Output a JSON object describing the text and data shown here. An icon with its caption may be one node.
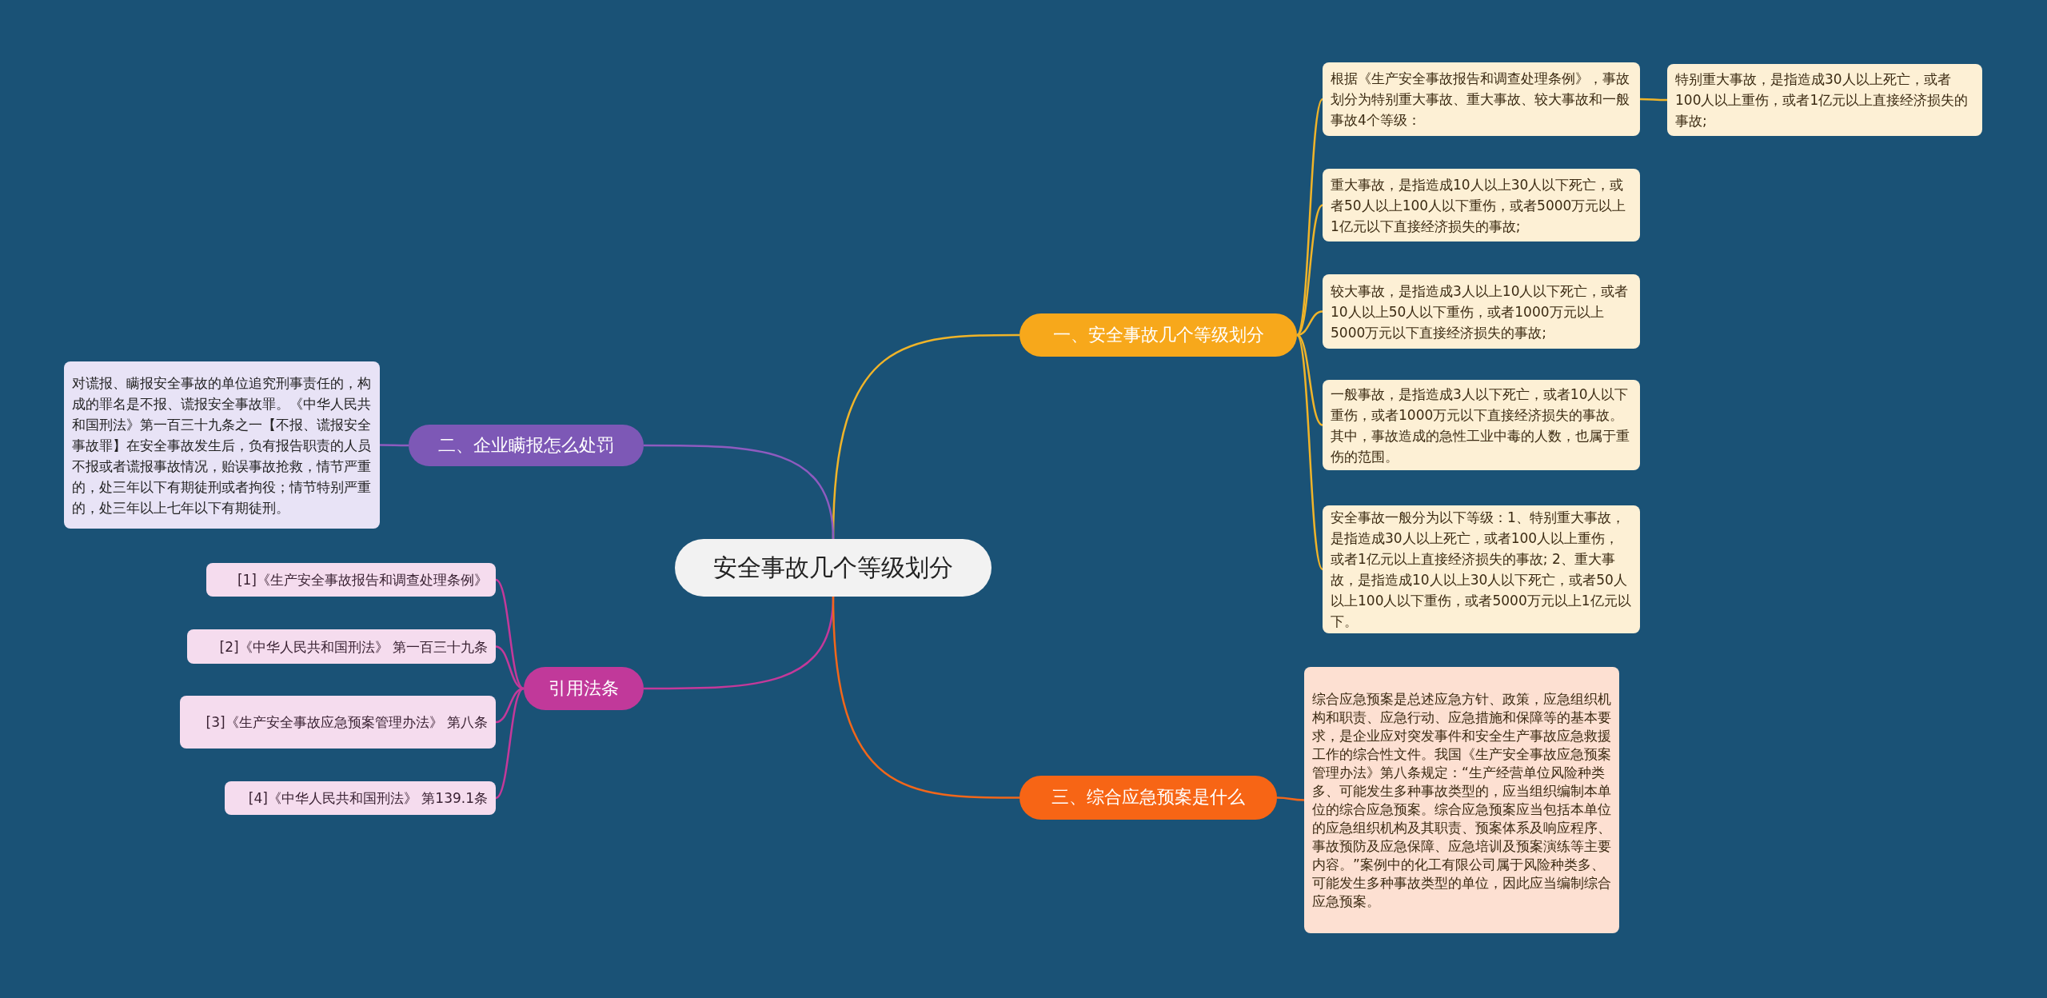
{
  "diagram": {
    "nodes": [
      {
        "text": [
          "安全事故几个等级划分"
        ]
      },
      {
        "text": [
          "一、安全事故几个等级划分"
        ]
      },
      {
        "text": [
          "根据《生产安全事故报告和调查处理条例》，事故划分为特别重大事故、重大事故、较大事故和一般事故4个等级："
        ]
      },
      {
        "text": [
          "特别重大事故，是指造成30人以上死亡，或者100人以上重伤，或者1亿元以上直接经济损失的事故;"
        ]
      },
      {
        "text": [
          "重大事故，是指造成10人以上30人以下死亡，或者50人以上100人以下重伤，或者5000万元以上1亿元以下直接经济损失的事故;"
        ]
      },
      {
        "text": [
          "较大事故，是指造成3人以上10人以下死亡，或者10人以上50人以下重伤，或者1000万元以上5000万元以下直接经济损失的事故;"
        ]
      },
      {
        "text": [
          "一般事故，是指造成3人以下死亡，或者10人以下重伤，或者1000万元以下直接经济损失的事故。其中，事故造成的急性工业中毒的人数，也属于重伤的范围。"
        ]
      },
      {
        "text": [
          "安全事故一般分为以下等级：1、特别重大事故，是指造成30人以上死亡，或者100人以上重伤，或者1亿元以上直接经济损失的事故; 2、重大事故，是指造成10人以上30人以下死亡，或者50人以上100人以下重伤，或者5000万元以上1亿元以下。"
        ]
      },
      {
        "text": [
          "二、企业瞒报怎么处罚"
        ]
      },
      {
        "text": [
          "对谎报、瞒报安全事故的单位追究刑事责任的，构成的罪名是不报、谎报安全事故罪。《中华人民共和国刑法》第一百三十九条之一【不报、谎报安全事故罪】在安全事故发生后，负有报告职责的人员不报或者谎报事故情况，贻误事故抢救，情节严重的，处三年以下有期徒刑或者拘役；情节特别严重的，处三年以上七年以下有期徒刑。"
        ]
      },
      {
        "text": [
          "引用法条"
        ]
      },
      {
        "text": [
          "[1]《生产安全事故报告和调查处理条例》"
        ]
      },
      {
        "text": [
          "[2]《中华人民共和国刑法》 第一百三十九条"
        ]
      },
      {
        "text": [
          "[3]《生产安全事故应急预案管理办法》 第八条"
        ]
      },
      {
        "text": [
          "[4]《中华人民共和国刑法》 第139.1条"
        ]
      },
      {
        "text": [
          "三、综合应急预案是什么"
        ]
      },
      {
        "text": [
          "综合应急预案是总述应急方针、政策，应急组织机构和职责、应急行动、应急措施和保障等的基本要求，是企业应对突发事件和安全生产事故应急救援工作的综合性文件。我国《生产安全事故应急预案管理办法》第八条规定：“生产经营单位风险种类多、可能发生多种事故类型的，应当组织编制本单位的综合应急预案。综合应急预案应当包括本单位的应急组织机构及其职责、预案体系及响应程序、事故预防及应急保障、应急培训及预案演练等主要内容。”案例中的化工有限公司属于风险种类多、可能发生多种事故类型的单位，因此应当编制综合应急预案。"
        ]
      }
    ],
    "edges": [
      {
        "from": 0,
        "to": 1,
        "arrow": "none",
        "color": "#f0b429"
      },
      {
        "from": 1,
        "to": 2,
        "arrow": "none",
        "color": "#f0b429"
      },
      {
        "from": 2,
        "to": 3,
        "arrow": "none",
        "color": "#f0b429"
      },
      {
        "from": 1,
        "to": 4,
        "arrow": "none",
        "color": "#f0b429"
      },
      {
        "from": 1,
        "to": 5,
        "arrow": "none",
        "color": "#f0b429"
      },
      {
        "from": 1,
        "to": 6,
        "arrow": "none",
        "color": "#f0b429"
      },
      {
        "from": 1,
        "to": 7,
        "arrow": "none",
        "color": "#f0b429"
      },
      {
        "from": 0,
        "to": 8,
        "arrow": "none",
        "color": "#8e5bbf"
      },
      {
        "from": 8,
        "to": 9,
        "arrow": "none",
        "color": "#8e5bbf"
      },
      {
        "from": 0,
        "to": 10,
        "arrow": "none",
        "color": "#c4399a"
      },
      {
        "from": 10,
        "to": 11,
        "arrow": "none",
        "color": "#c4399a"
      },
      {
        "from": 10,
        "to": 12,
        "arrow": "none",
        "color": "#c4399a"
      },
      {
        "from": 10,
        "to": 13,
        "arrow": "none",
        "color": "#c4399a"
      },
      {
        "from": 10,
        "to": 14,
        "arrow": "none",
        "color": "#c4399a"
      },
      {
        "from": 0,
        "to": 15,
        "arrow": "none",
        "color": "#f2671a"
      },
      {
        "from": 15,
        "to": 16,
        "arrow": "none",
        "color": "#f2671a"
      }
    ]
  }
}
